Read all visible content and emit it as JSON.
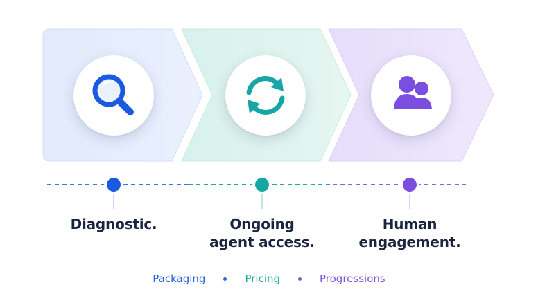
{
  "steps": [
    {
      "label_line1": "Diagnostic.",
      "label_line2": "",
      "icon": "magnifier-icon",
      "color": "#1a5ae0",
      "fill": "#e4ecfd"
    },
    {
      "label_line1": "Ongoing",
      "label_line2": "agent access.",
      "icon": "refresh-icon",
      "color": "#17a6a6",
      "fill": "#dcf3ee"
    },
    {
      "label_line1": "Human",
      "label_line2": "engagement.",
      "icon": "people-icon",
      "color": "#7a4fe0",
      "fill": "#ebe3fb"
    }
  ],
  "legend": [
    {
      "text": "Packaging",
      "color": "#2563d6"
    },
    {
      "text": "Pricing",
      "color": "#19a7a0"
    },
    {
      "text": "Progressions",
      "color": "#7b55d8"
    }
  ]
}
